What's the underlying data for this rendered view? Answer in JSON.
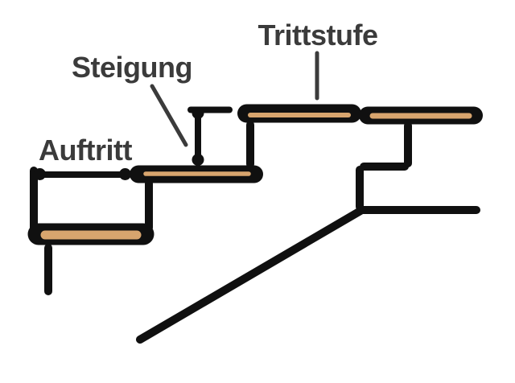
{
  "diagram": {
    "description": "Stair cross-section construction diagram with German stair terminology",
    "labels": {
      "trittstufe": "Trittstufe",
      "steigung": "Steigung",
      "auftritt": "Auftritt"
    },
    "colors": {
      "ink": "#101010",
      "wood": "#d8a56e",
      "label": "#3b3b3b",
      "background": "#ffffff"
    }
  }
}
